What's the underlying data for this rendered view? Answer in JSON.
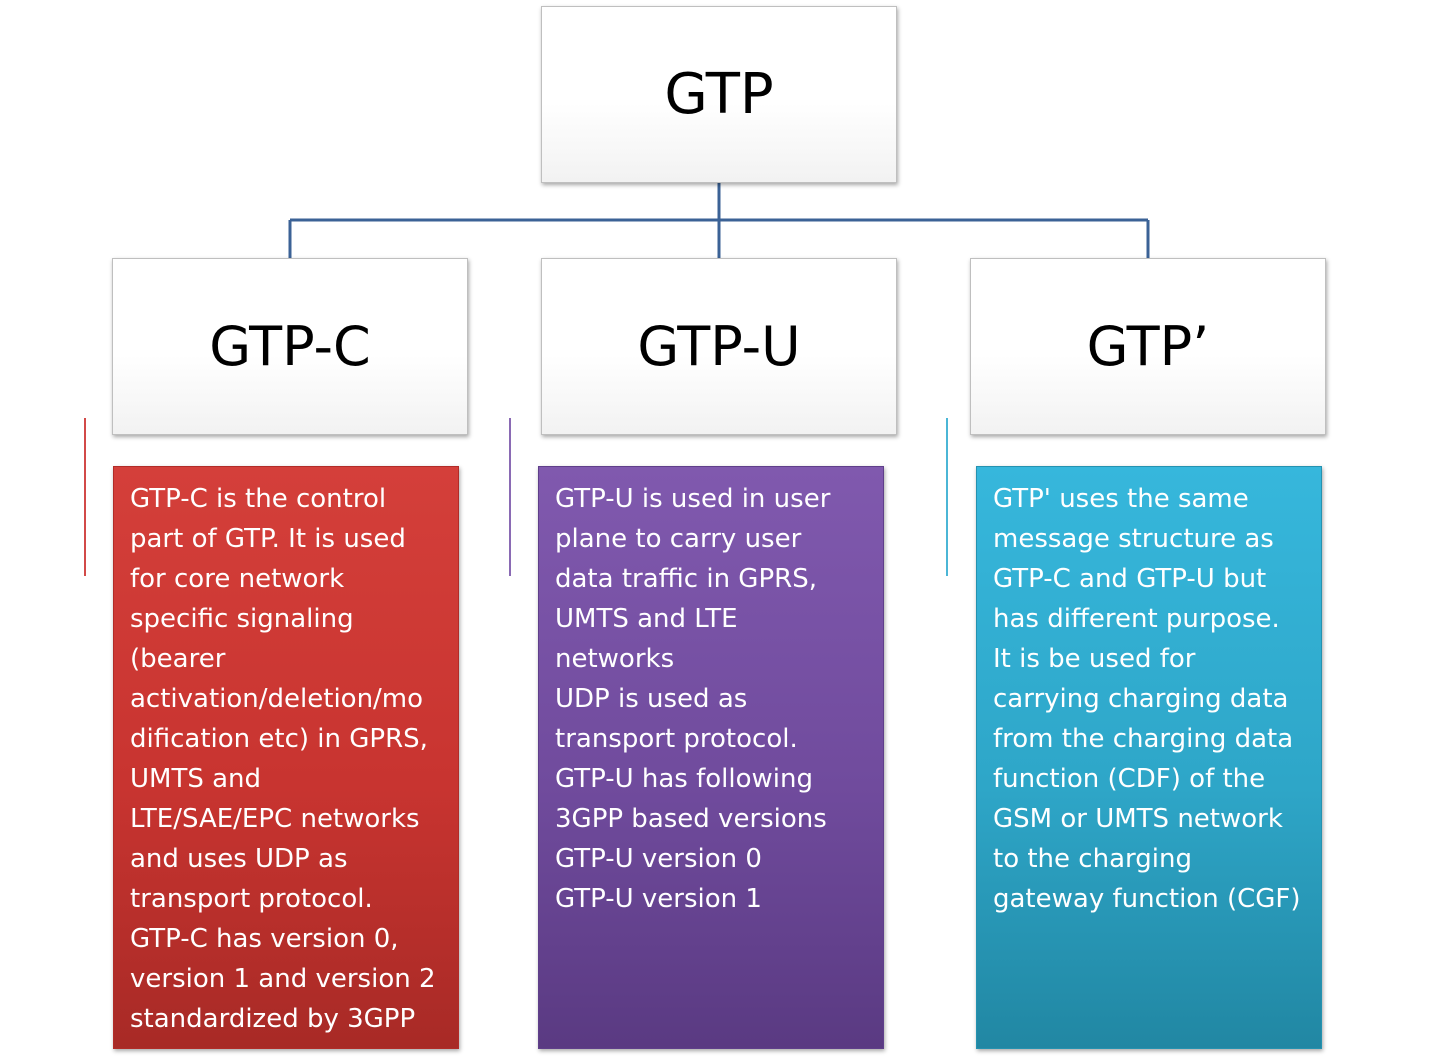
{
  "diagram": {
    "root": {
      "label": "GTP"
    },
    "children": [
      {
        "label": "GTP-C",
        "description": "GTP-C  is the control\npart of GTP. It is used\nfor core network\nspecific signaling\n(bearer\nactivation/deletion/mo\ndification etc) in GPRS,\nUMTS and\nLTE/SAE/EPC networks\nand uses UDP as\ntransport protocol.\nGTP-C has version 0,\nversion 1 and version 2\nstandardized by 3GPP",
        "color": "#c83430"
      },
      {
        "label": "GTP-U",
        "description": "GTP-U is used in user\nplane to carry user\ndata traffic in GPRS,\nUMTS and LTE\nnetworks\nUDP is used as\ntransport protocol.\nGTP-U has following\n3GPP based versions\nGTP-U version 0\nGTP-U version 1",
        "color": "#704b9d"
      },
      {
        "label": "GTP’",
        "description": "GTP' uses the same\nmessage structure as\nGTP-C and GTP-U but\nhas different purpose.\nIt is be used for\ncarrying charging data\nfrom the charging data\nfunction (CDF) of the\nGSM or UMTS network\nto the charging\ngateway function (CGF)",
        "color": "#2ea6c8"
      }
    ],
    "connector_color": "#3b6296"
  }
}
